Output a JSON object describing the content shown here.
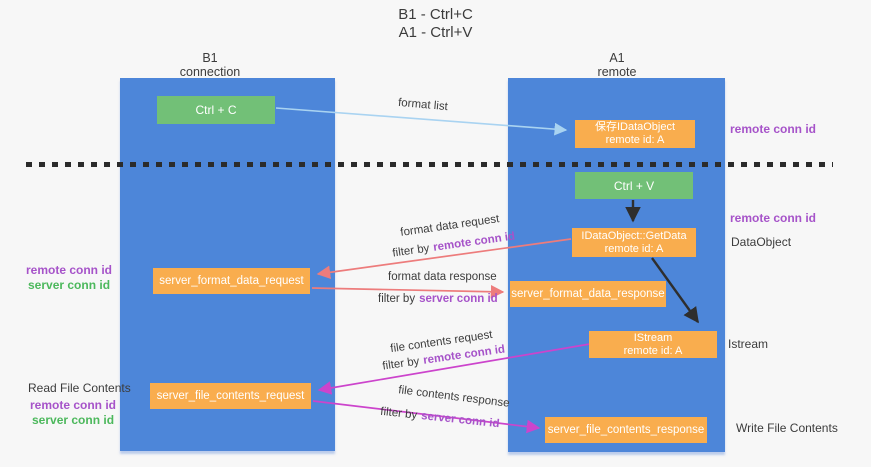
{
  "title": {
    "line1": "B1 - Ctrl+C",
    "line2": "A1 - Ctrl+V"
  },
  "columns": {
    "left": {
      "name": "B1",
      "role": "connection"
    },
    "right": {
      "name": "A1",
      "role": "remote"
    }
  },
  "boxes": {
    "ctrl_c": {
      "label": "Ctrl + C"
    },
    "ctrl_v": {
      "label": "Ctrl + V"
    },
    "save_idataobject": {
      "line1": "保存IDataObject",
      "line2": "remote id: A"
    },
    "getdata": {
      "line1": "IDataObject::GetData",
      "line2": "remote id: A"
    },
    "istream": {
      "line1": "IStream",
      "line2": "remote id: A"
    },
    "server_format_data_request": {
      "label": "server_format_data_request"
    },
    "server_format_data_response": {
      "label": "server_format_data_response"
    },
    "server_file_contents_request": {
      "label": "server_file_contents_request"
    },
    "server_file_contents_response": {
      "label": "server_file_contents_response"
    }
  },
  "side_labels": {
    "remote_conn_id": "remote conn id",
    "server_conn_id": "server conn id",
    "dataobject": "DataObject",
    "istream": "Istream",
    "read_file_contents": "Read File Contents",
    "write_file_contents": "Write File Contents"
  },
  "flow_labels": {
    "format_list": "format list",
    "format_data_request": "format data request",
    "format_data_response": "format data response",
    "file_contents_request": "file contents request",
    "file_contents_response": "file contents response",
    "filter_by": "filter by",
    "remote_conn_id": "remote conn id",
    "server_conn_id": "server conn id"
  },
  "colors": {
    "column_blue": "#4d86d9",
    "box_green": "#72c077",
    "box_orange": "#f9ad4e",
    "label_purple": "#a653c9",
    "label_green": "#4cb85c",
    "arrow_salmon": "#ed7c7c",
    "arrow_magenta": "#cc44cc",
    "arrow_lightblue": "#a9d3f1",
    "arrow_black": "#2e2e2e"
  }
}
